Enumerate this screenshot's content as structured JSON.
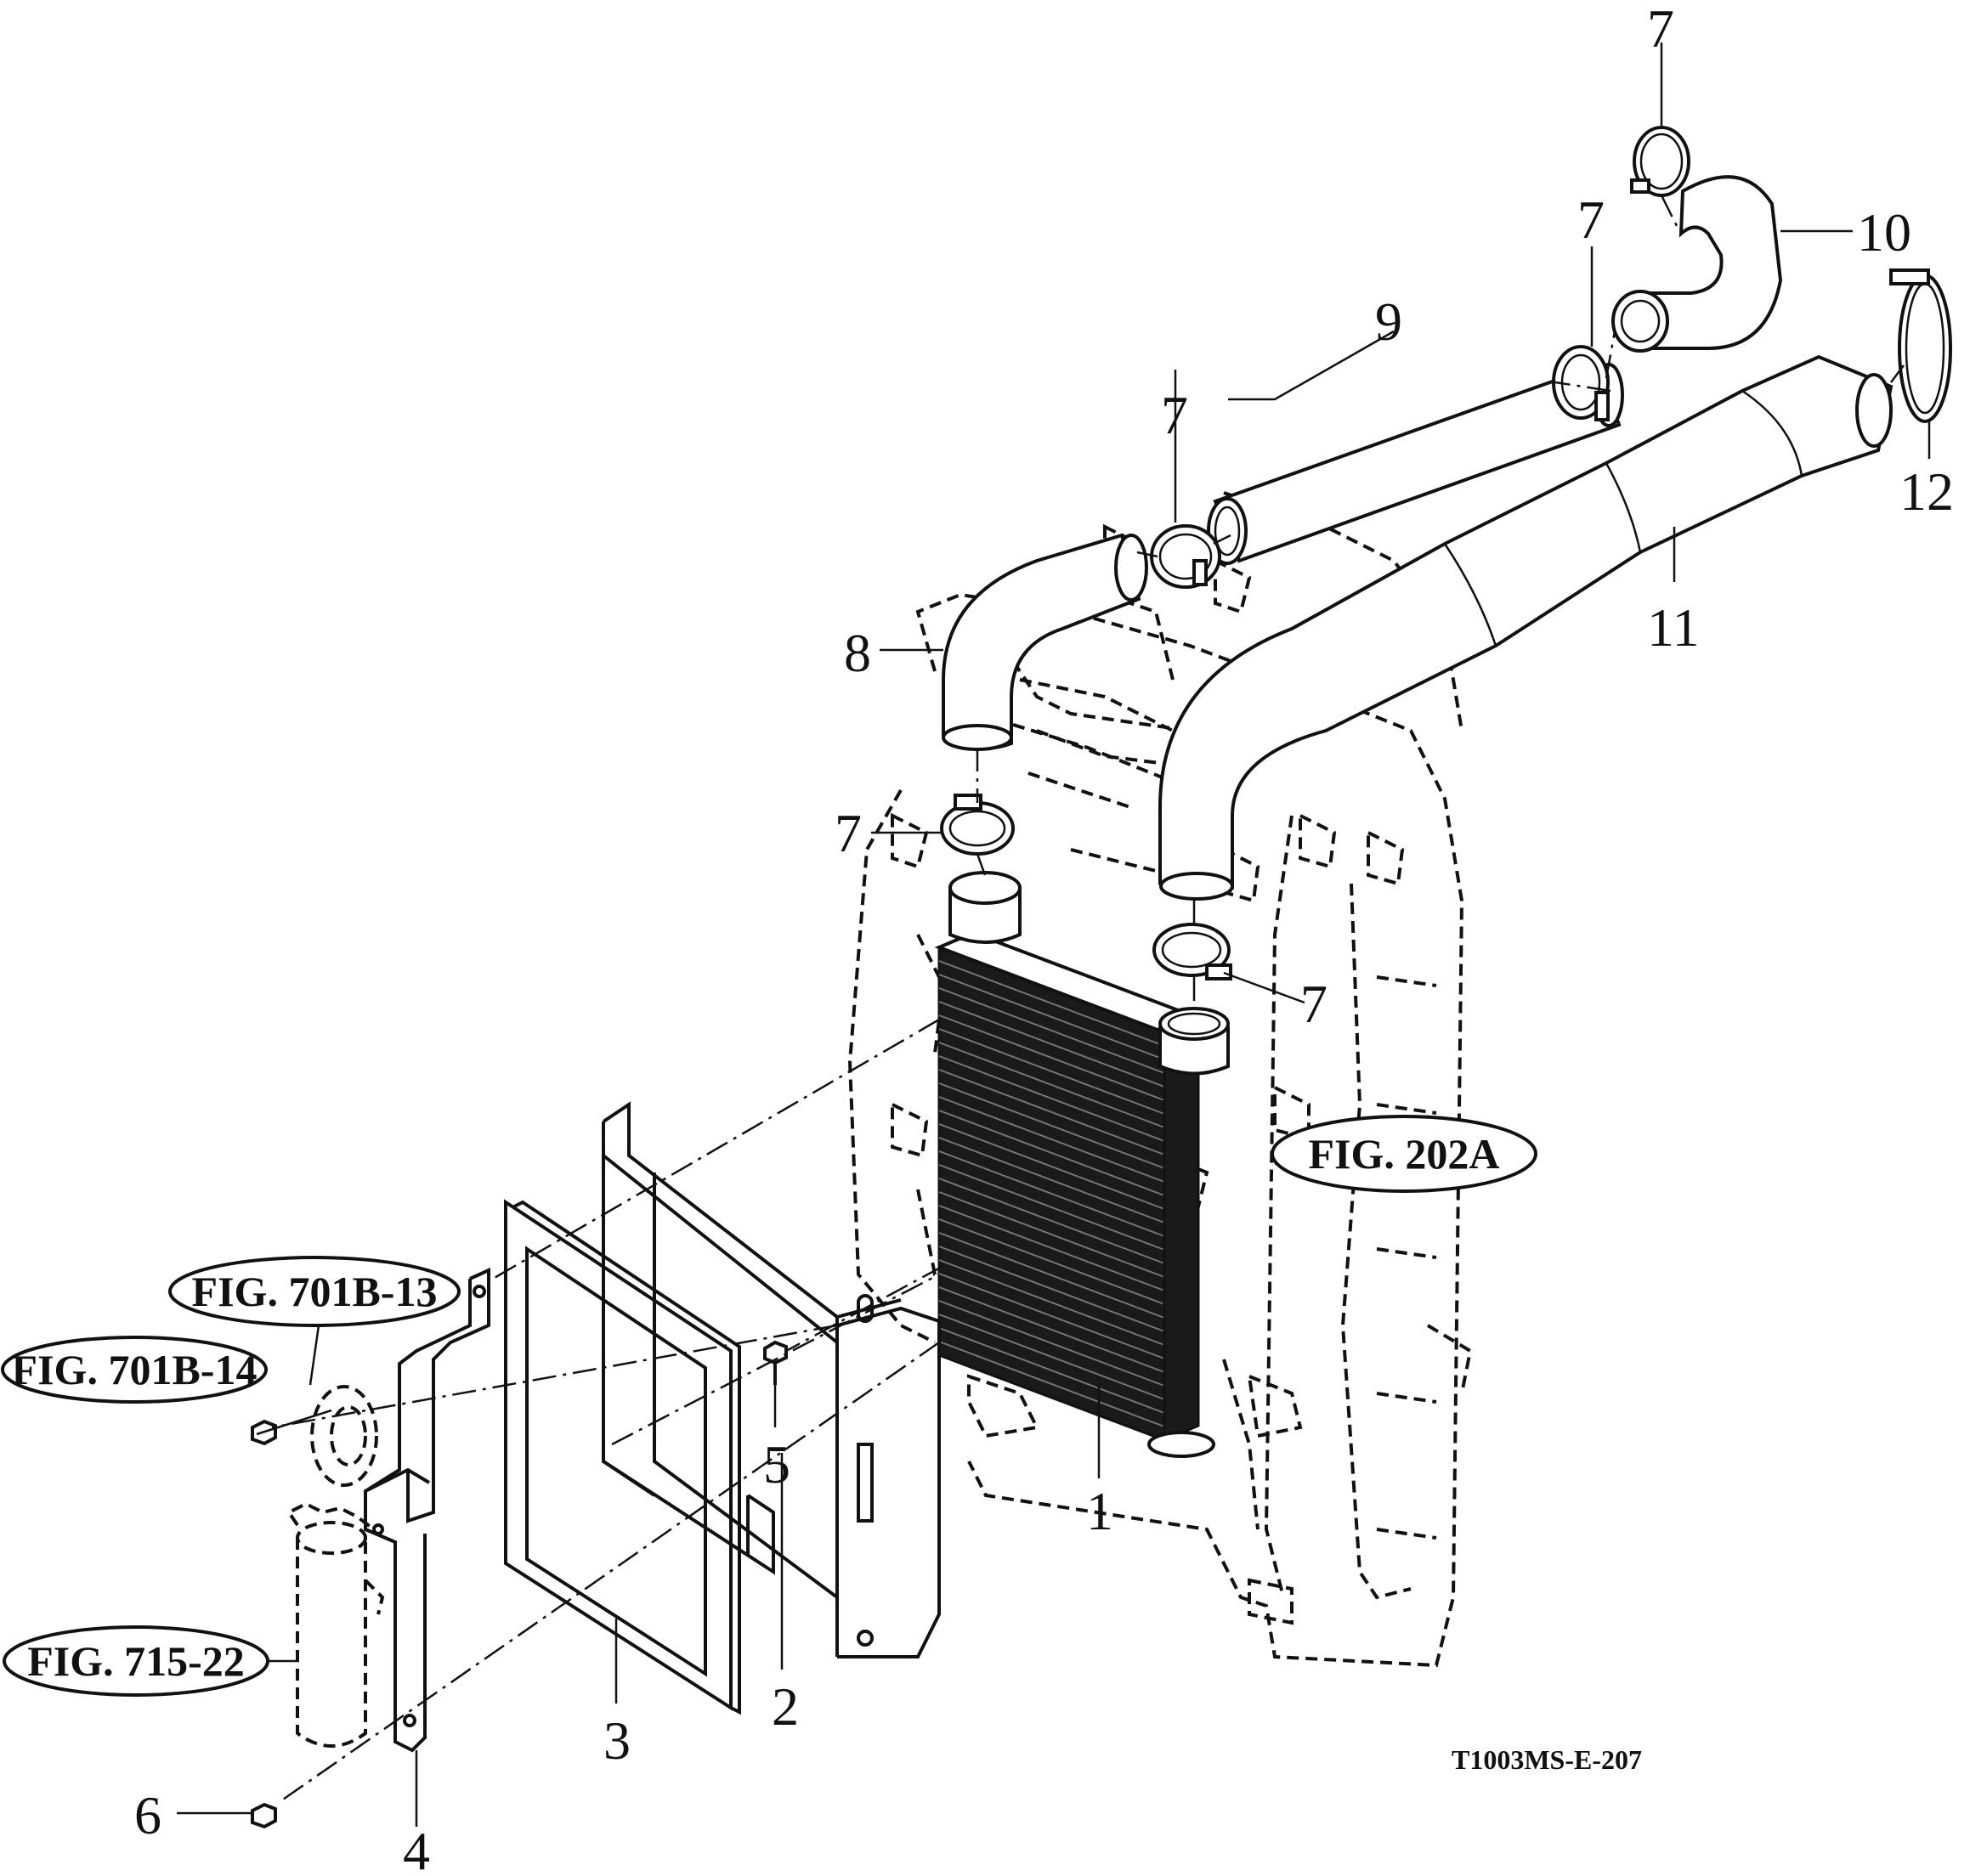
{
  "callouts": {
    "n1": "1",
    "n2": "2",
    "n3": "3",
    "n4": "4",
    "n5": "5",
    "n6": "6",
    "n7_top": "7",
    "n7_upper": "7",
    "n7_mid": "7",
    "n7_left": "7",
    "n7_right": "7",
    "n8": "8",
    "n9": "9",
    "n10": "10",
    "n11": "11",
    "n12": "12"
  },
  "references": {
    "fig202a": "FIG. 202A",
    "fig701b13": "FIG. 701B-13",
    "fig701b14": "FIG. 701B-14",
    "fig71522": "FIG. 715-22"
  },
  "drawing_code": "T1003MS-E-207"
}
